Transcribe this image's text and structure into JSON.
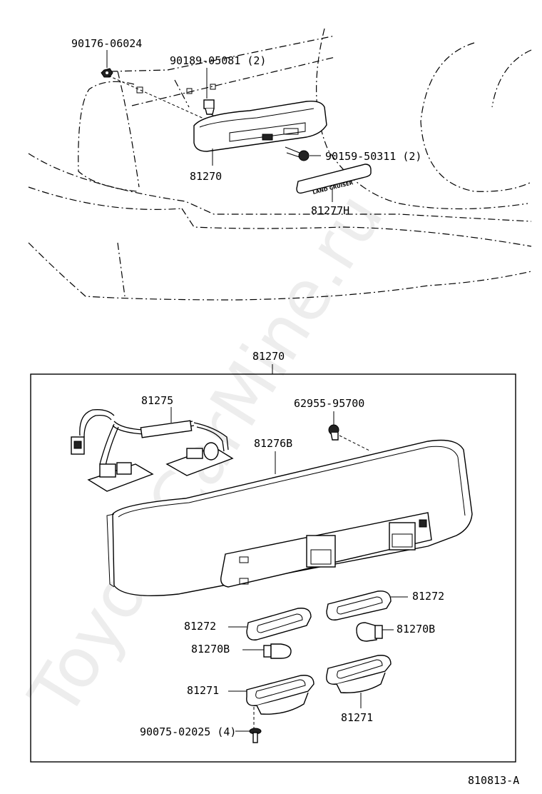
{
  "watermark": "ToyotaCarMine.ru",
  "diagram_code": "810813-A",
  "upper_view": {
    "labels": {
      "nut": "90176-06024",
      "clip": "90189-05081 (2)",
      "lamp_assy": "81270",
      "screw": "90159-50311 (2)",
      "emblem": "81277H"
    },
    "emblem_text": "LAND CRUISER"
  },
  "detail_box": {
    "title": "81270",
    "labels": {
      "wire": "81275",
      "clip": "62955-95700",
      "lens": "81276B",
      "gasket_right": "81272",
      "gasket_left": "81272",
      "bulb_right": "81270B",
      "bulb_left": "81270B",
      "socket_left": "81271",
      "socket_right": "81271",
      "screw": "90075-02025 (4)"
    }
  }
}
